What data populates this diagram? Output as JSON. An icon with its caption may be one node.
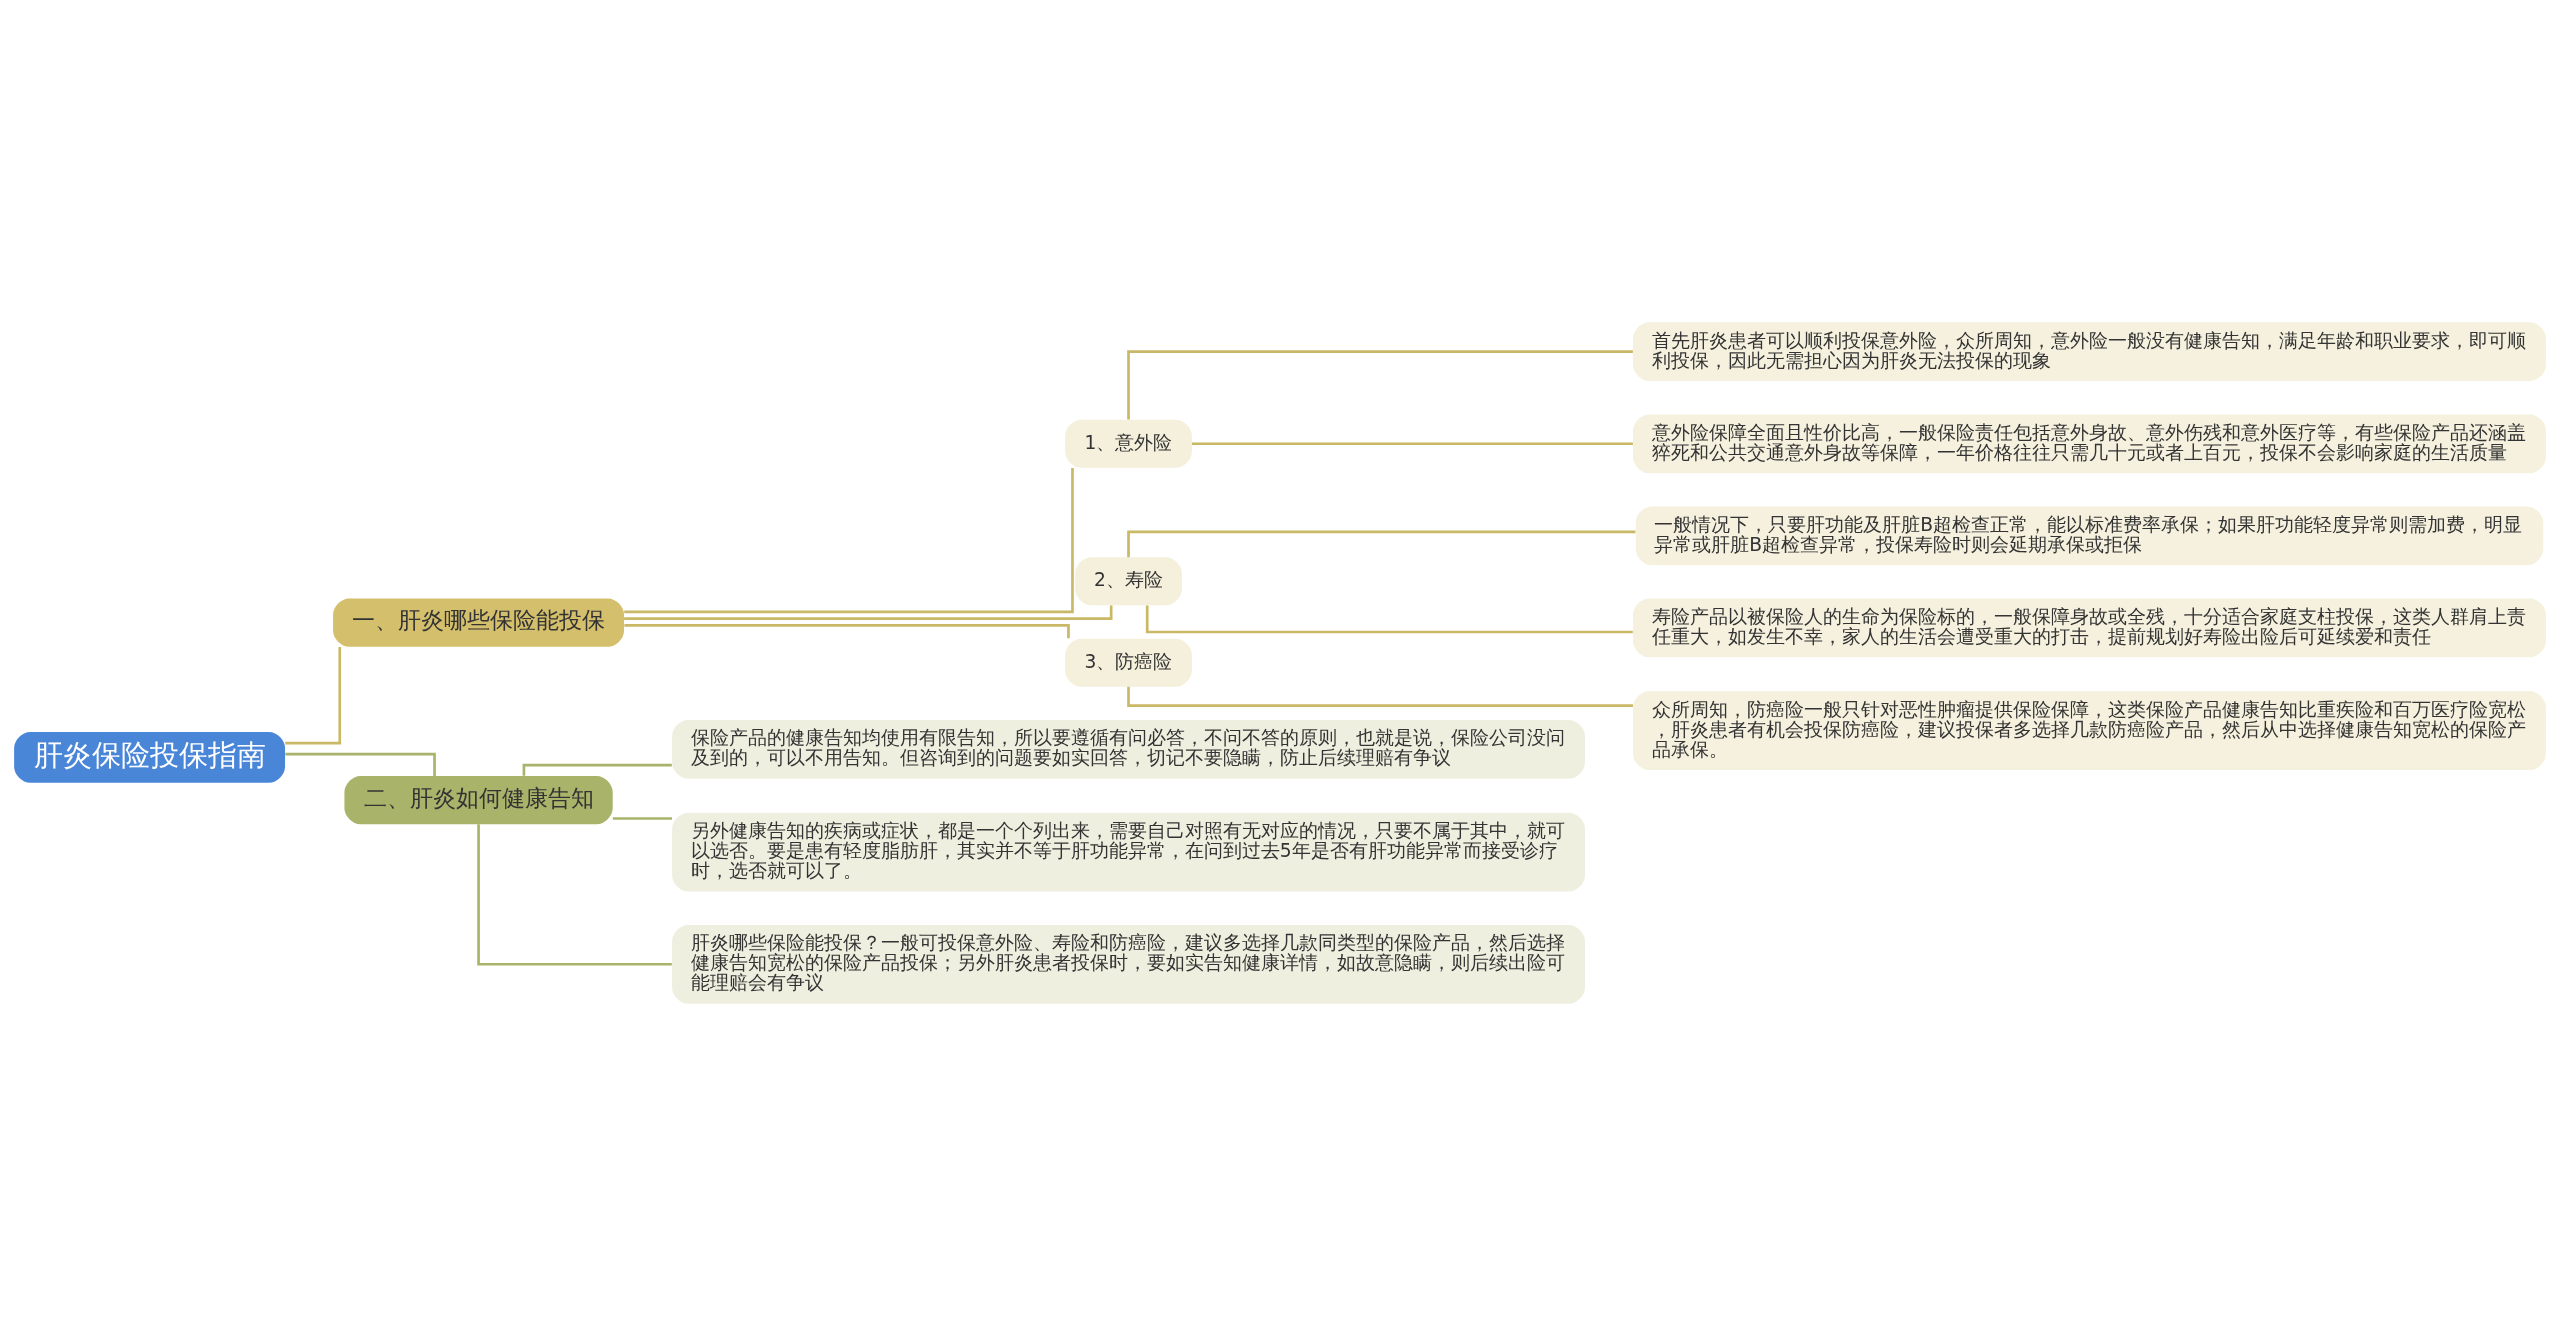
{
  "diagram": {
    "nodes": [
      {
        "text": [
          "肝炎保险投保指南"
        ]
      },
      {
        "text": [
          "一、肝炎哪些保险能投保"
        ]
      },
      {
        "text": [
          "1、意外险"
        ]
      },
      {
        "text": [
          "首先肝炎患者可以顺利投保意外险，众所周知，意外险一般没有健康告知，满足年龄和职业要求，即可顺利投保，因此无需担心因为肝炎无法投保的现象"
        ]
      },
      {
        "text": [
          "意外险保障全面且性价比高，一般保险责任包括意外身故、意外伤残和意外医疗等，有些保险产品还涵盖猝死和公共交通意外身故等保障，一年价格往往只需几十元或者上百元，投保不会影响家庭的生活质量"
        ]
      },
      {
        "text": [
          "2、寿险"
        ]
      },
      {
        "text": [
          "一般情况下，只要肝功能及肝脏B超检查正常，能以标准费率承保；如果肝功能轻度异常则需加费，明显异常或肝脏B超检查异常，投保寿险时则会延期承保或拒保"
        ]
      },
      {
        "text": [
          "寿险产品以被保险人的生命为保险标的，一般保障身故或全残，十分适合家庭支柱投保，这类人群肩上责任重大，如发生不幸，家人的生活会遭受重大的打击，提前规划好寿险出险后可延续爱和责任"
        ]
      },
      {
        "text": [
          "3、防癌险"
        ]
      },
      {
        "text": [
          "众所周知，防癌险一般只针对恶性肿瘤提供保险保障，这类保险产品健康告知比重疾险和百万医疗险宽松，肝炎患者有机会投保防癌险，建议投保者多选择几款防癌险产品，然后从中选择健康告知宽松的保险产品承保。"
        ]
      },
      {
        "text": [
          "二、肝炎如何健康告知"
        ]
      },
      {
        "text": [
          "保险产品的健康告知均使用有限告知，所以要遵循有问必答，不问不答的原则，也就是说，保险公司没问及到的，可以不用告知。但咨询到的问题要如实回答，切记不要隐瞒，防止后续理赔有争议"
        ]
      },
      {
        "text": [
          "另外健康告知的疾病或症状，都是一个个列出来，需要自己对照有无对应的情况，只要不属于其中，就可以选否。要是患有轻度脂肪肝，其实并不等于肝功能异常，在问到过去5年是否有肝功能异常而接受诊疗时，选否就可以了。"
        ]
      },
      {
        "text": [
          "肝炎哪些保险能投保？一般可投保意外险、寿险和防癌险，建议多选择几款同类型的保险产品，然后选择健康告知宽松的保险产品投保；另外肝炎患者投保时，要如实告知健康详情，如故意隐瞒，则后续出险可能理赔会有争议"
        ]
      }
    ],
    "edges": [
      {
        "from": 0,
        "to": 1,
        "arrow": "none"
      },
      {
        "from": 1,
        "to": 2,
        "arrow": "none"
      },
      {
        "from": 2,
        "to": 3,
        "arrow": "none"
      },
      {
        "from": 2,
        "to": 4,
        "arrow": "none"
      },
      {
        "from": 1,
        "to": 5,
        "arrow": "none"
      },
      {
        "from": 5,
        "to": 6,
        "arrow": "none"
      },
      {
        "from": 5,
        "to": 7,
        "arrow": "none"
      },
      {
        "from": 1,
        "to": 8,
        "arrow": "none"
      },
      {
        "from": 8,
        "to": 9,
        "arrow": "none"
      },
      {
        "from": 0,
        "to": 10,
        "arrow": "none",
        "color": "#a9b46a"
      },
      {
        "from": 10,
        "to": 11,
        "arrow": "none",
        "color": "#a9b46a"
      },
      {
        "from": 10,
        "to": 12,
        "arrow": "none",
        "color": "#a9b46a"
      },
      {
        "from": 10,
        "to": 13,
        "arrow": "none",
        "color": "#a9b46a"
      }
    ]
  }
}
